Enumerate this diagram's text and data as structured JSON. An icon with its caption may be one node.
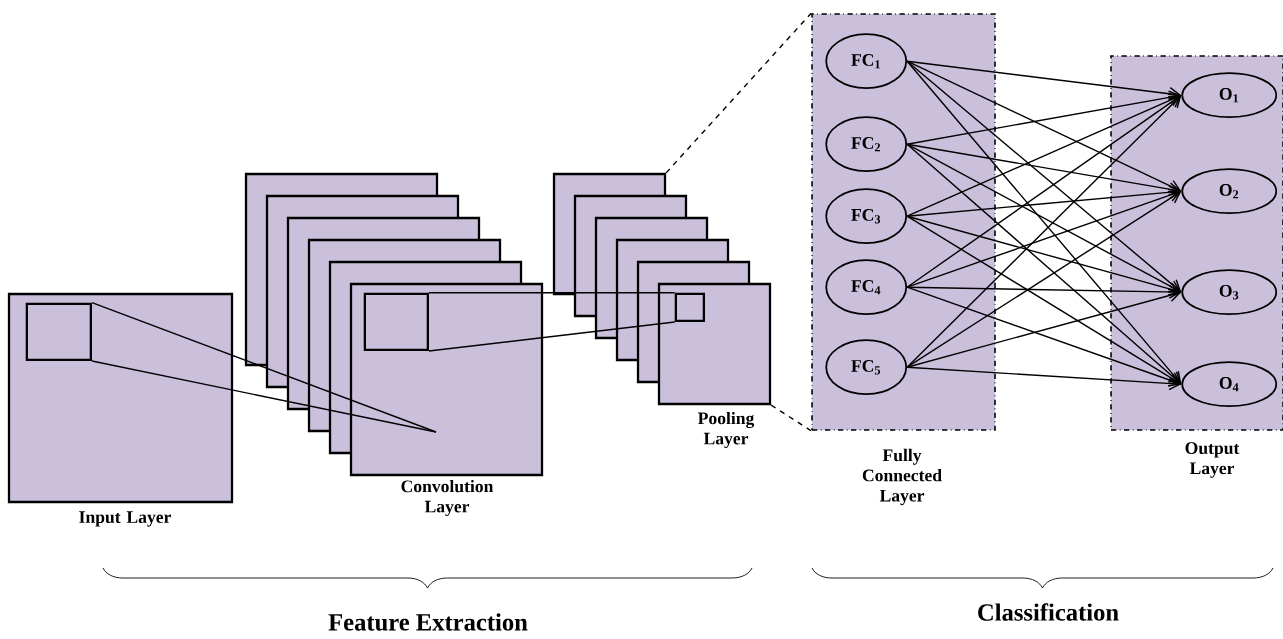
{
  "diagram": {
    "nodes": [
      {
        "text": [
          "Input Layer"
        ]
      },
      {
        "text": [],
        "shape": "box",
        "in": 0
      },
      {
        "text": [
          "Convolution Layer"
        ]
      },
      {
        "text": [],
        "shape": "box",
        "in": 2
      },
      {
        "text": [
          "Pooling Layer"
        ]
      },
      {
        "text": [],
        "shape": "box",
        "in": 4
      },
      {
        "text": [
          "Fully Connected Layer"
        ]
      },
      {
        "text": [
          "FC$_{1}$"
        ],
        "in": 6
      },
      {
        "text": [
          "FC$_{2}$"
        ],
        "in": 6
      },
      {
        "text": [
          "FC$_{3}$"
        ],
        "in": 6
      },
      {
        "text": [
          "FC$_{4}$"
        ],
        "in": 6
      },
      {
        "text": [
          "FC$_{5}$"
        ],
        "in": 6
      },
      {
        "text": [
          "Output Layer"
        ]
      },
      {
        "text": [
          "O$_{1}$"
        ],
        "in": 12
      },
      {
        "text": [
          "O$_{2}$"
        ],
        "in": 12
      },
      {
        "text": [
          "O$_{3}$"
        ],
        "in": 12
      },
      {
        "text": [
          "O$_{4}$"
        ],
        "in": 12
      }
    ],
    "edges": [
      {
        "from": 1,
        "to": null,
        "arrow": "none"
      },
      {
        "from": 1,
        "to": null,
        "arrow": "none"
      },
      {
        "from": 3,
        "to": 5,
        "arrow": "none"
      },
      {
        "from": 3,
        "to": 5,
        "arrow": "none"
      },
      {
        "from": 4,
        "to": 6,
        "arrow": "none",
        "style": "dashed"
      },
      {
        "from": 4,
        "to": 6,
        "arrow": "none",
        "style": "dashed"
      },
      {
        "from": 7,
        "to": 13,
        "arrow": "to"
      },
      {
        "from": 7,
        "to": 14,
        "arrow": "to"
      },
      {
        "from": 7,
        "to": 15,
        "arrow": "to"
      },
      {
        "from": 7,
        "to": 16,
        "arrow": "to"
      },
      {
        "from": 8,
        "to": 13,
        "arrow": "to"
      },
      {
        "from": 8,
        "to": 14,
        "arrow": "to"
      },
      {
        "from": 8,
        "to": 15,
        "arrow": "to"
      },
      {
        "from": 8,
        "to": 16,
        "arrow": "to"
      },
      {
        "from": 9,
        "to": 13,
        "arrow": "to"
      },
      {
        "from": 9,
        "to": 14,
        "arrow": "to"
      },
      {
        "from": 9,
        "to": 15,
        "arrow": "to"
      },
      {
        "from": 9,
        "to": 16,
        "arrow": "to"
      },
      {
        "from": 10,
        "to": 13,
        "arrow": "to"
      },
      {
        "from": 10,
        "to": 14,
        "arrow": "to"
      },
      {
        "from": 10,
        "to": 15,
        "arrow": "to"
      },
      {
        "from": 10,
        "to": 16,
        "arrow": "to"
      },
      {
        "from": 11,
        "to": 13,
        "arrow": "to"
      },
      {
        "from": 11,
        "to": 14,
        "arrow": "to"
      },
      {
        "from": 11,
        "to": 15,
        "arrow": "to"
      },
      {
        "from": 11,
        "to": 16,
        "arrow": "to"
      }
    ],
    "labels": [
      "Feature Extraction",
      "Classification"
    ]
  }
}
